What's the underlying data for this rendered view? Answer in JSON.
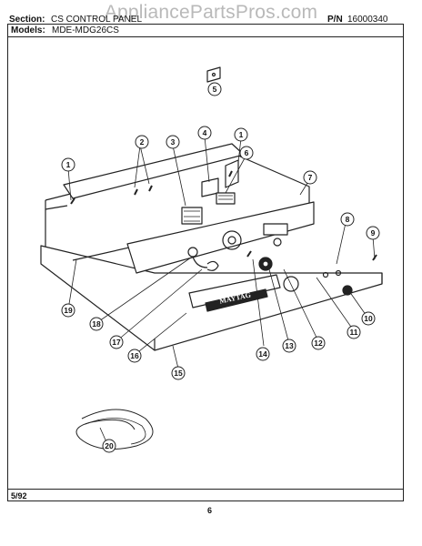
{
  "watermark": "AppliancePartsPros.com",
  "header": {
    "section_label": "Section:",
    "section_value": "CS CONTROL PANEL",
    "pn_label": "P/N",
    "pn_value": "16000340",
    "models_label": "Models:",
    "models_value": "MDE-MDG26CS"
  },
  "panel_brand": "MAYTAG",
  "footer": {
    "date": "5/92",
    "page": "6"
  },
  "callouts": [
    "1",
    "1",
    "2",
    "3",
    "4",
    "5",
    "6",
    "7",
    "8",
    "9",
    "10",
    "11",
    "12",
    "13",
    "14",
    "15",
    "16",
    "17",
    "18",
    "19",
    "20"
  ]
}
